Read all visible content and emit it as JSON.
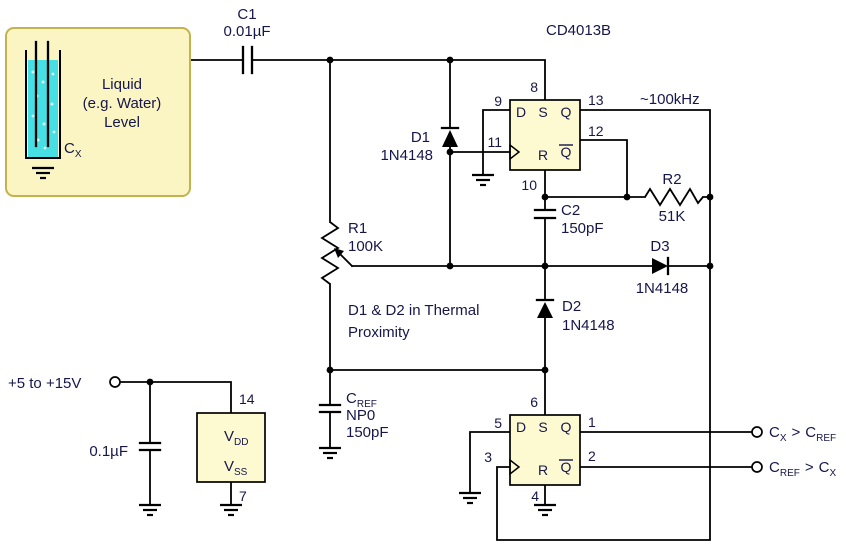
{
  "colors": {
    "liquid": "#45dfe4",
    "panel_fill": "#faf5c3",
    "ic_fill": "#fdfad2"
  },
  "ic_label": "CD4013B",
  "freq_label": "~100kHz",
  "sensor": {
    "line1": "Liquid",
    "line2": "(e.g. Water)",
    "line3": "Level",
    "cap_name": "C",
    "cap_sub": "X"
  },
  "c1": {
    "ref": "C1",
    "value": "0.01µF"
  },
  "d1": {
    "ref": "D1",
    "value": "1N4148"
  },
  "d2": {
    "ref": "D2",
    "value": "1N4148"
  },
  "d3": {
    "ref": "D3",
    "value": "1N4148"
  },
  "r1": {
    "ref": "R1",
    "value": "100K"
  },
  "r2": {
    "ref": "R2",
    "value": "51K"
  },
  "c2": {
    "ref": "C2",
    "value": "150pF"
  },
  "cref": {
    "name": "C",
    "sub": "REF",
    "dielectric": "NP0",
    "value": "150pF"
  },
  "bypass": {
    "value": "0.1µF"
  },
  "note": {
    "line1": "D1 & D2 in Thermal",
    "line2": "Proximity"
  },
  "power": {
    "label": "+5 to +15V",
    "vdd": "V",
    "vdd_sub": "DD",
    "vss": "V",
    "vss_sub": "SS",
    "pin14": "14",
    "pin7": "7"
  },
  "ff1": {
    "d": "D",
    "s": "S",
    "q": "Q",
    "r": "R",
    "qbar": "Q",
    "pin_d": "9",
    "pin_s": "8",
    "pin_q": "13",
    "pin_clk": "11",
    "pin_qbar": "12",
    "pin_r": "10"
  },
  "ff2": {
    "d": "D",
    "s": "S",
    "q": "Q",
    "r": "R",
    "qbar": "Q",
    "pin_d": "5",
    "pin_s": "6",
    "pin_q": "1",
    "pin_clk": "3",
    "pin_qbar": "2",
    "pin_r": "4"
  },
  "out1": {
    "p1": "C",
    "p1_sub": "X",
    "op": ">",
    "p2": "C",
    "p2_sub": "REF"
  },
  "out2": {
    "p1": "C",
    "p1_sub": "REF",
    "op": ">",
    "p2": "C",
    "p2_sub": "X"
  }
}
